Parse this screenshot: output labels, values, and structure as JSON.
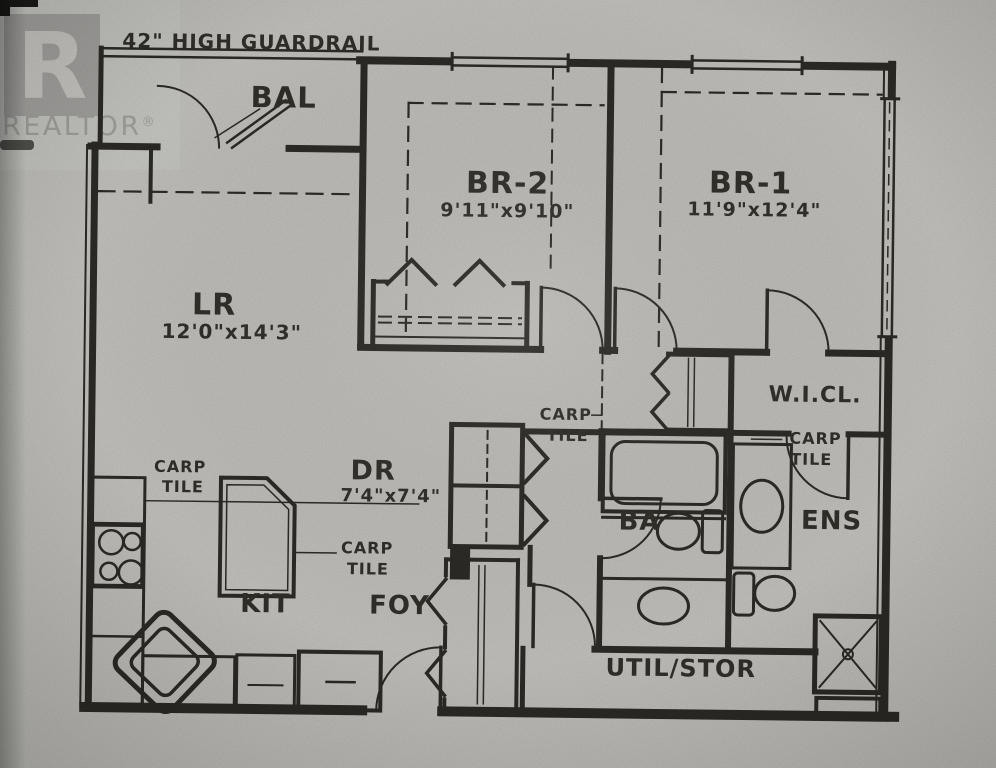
{
  "watermark": {
    "letter": "R",
    "brand": "REALTOR",
    "reg": "®"
  },
  "plan": {
    "notes": {
      "guardrail": "42\" HIGH GUARDRAIL"
    },
    "floor": {
      "carp": "CARP",
      "tile": "TILE"
    },
    "rooms": {
      "balcony": {
        "label": "BAL"
      },
      "bedroom2": {
        "label": "BR-2",
        "dimensions": "9'11\"x9'10\""
      },
      "bedroom1": {
        "label": "BR-1",
        "dimensions": "11'9\"x12'4\""
      },
      "living": {
        "label": "LR",
        "dimensions": "12'0\"x14'3\""
      },
      "dining": {
        "label": "DR",
        "dimensions": "7'4\"x7'4\""
      },
      "walk_in_closet": {
        "label": "W.I.CL."
      },
      "bathroom": {
        "label": "BA"
      },
      "ensuite": {
        "label": "ENS"
      },
      "kitchen": {
        "label": "KIT"
      },
      "foyer": {
        "label": "FOY"
      },
      "utility": {
        "label": "UTIL/STOR"
      }
    }
  },
  "colors": {
    "paper": "#c9c8c3",
    "ink": "#2e2c27",
    "watermark": "#a7a6a3"
  }
}
